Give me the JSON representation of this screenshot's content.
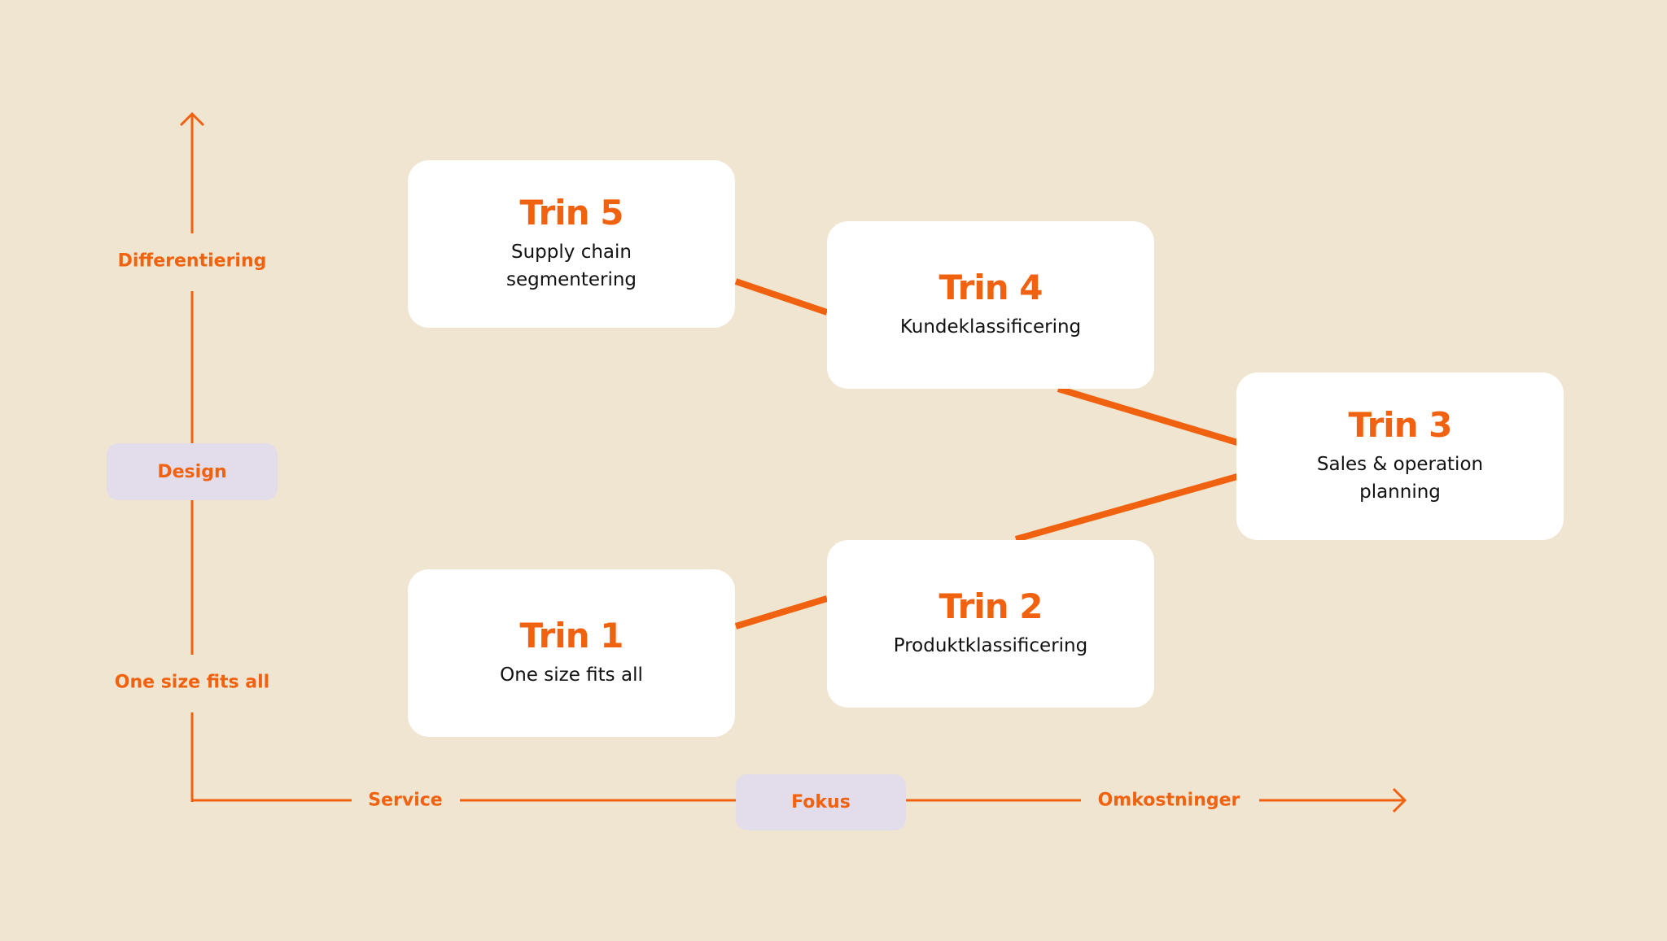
{
  "colors": {
    "background": "#F0E5D0",
    "accent": "#F0620F",
    "card": "#FFFFFF",
    "pill": "#E3DCEA",
    "text": "#111111"
  },
  "y_axis": {
    "top_label": "Differentiering",
    "center_label": "Design",
    "bottom_label": "One size fits all"
  },
  "x_axis": {
    "left_label": "Service",
    "center_label": "Fokus",
    "right_label": "Omkostninger"
  },
  "steps": [
    {
      "title": "Trin 1",
      "description": "One size fits all"
    },
    {
      "title": "Trin 2",
      "description": "Produktklassificering"
    },
    {
      "title": "Trin 3",
      "description": "Sales  & operation\nplanning"
    },
    {
      "title": "Trin 4",
      "description": "Kundeklassificering"
    },
    {
      "title": "Trin 5",
      "description": "Supply chain\nsegmentering"
    }
  ]
}
